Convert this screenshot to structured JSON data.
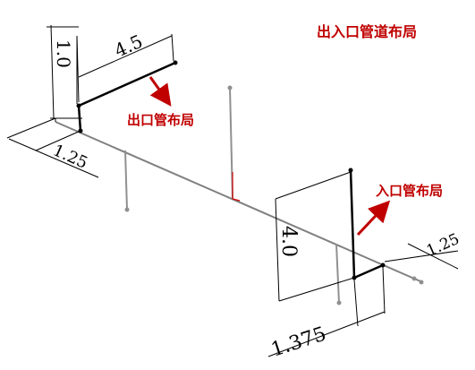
{
  "title": "出入口管道布局",
  "callouts": {
    "outlet": "出口管布局",
    "inlet": "入口管布局"
  },
  "dimensions": {
    "outlet_height": "1.0",
    "outlet_length": "4.5",
    "outlet_offset": "1.25",
    "inlet_height": "4.0",
    "inlet_offset": "1.25",
    "inlet_spacing": "1.375"
  },
  "colors": {
    "annotation": "#c00000",
    "pipe": "#000000",
    "axis": "#808080",
    "dimension_line": "#000000"
  }
}
